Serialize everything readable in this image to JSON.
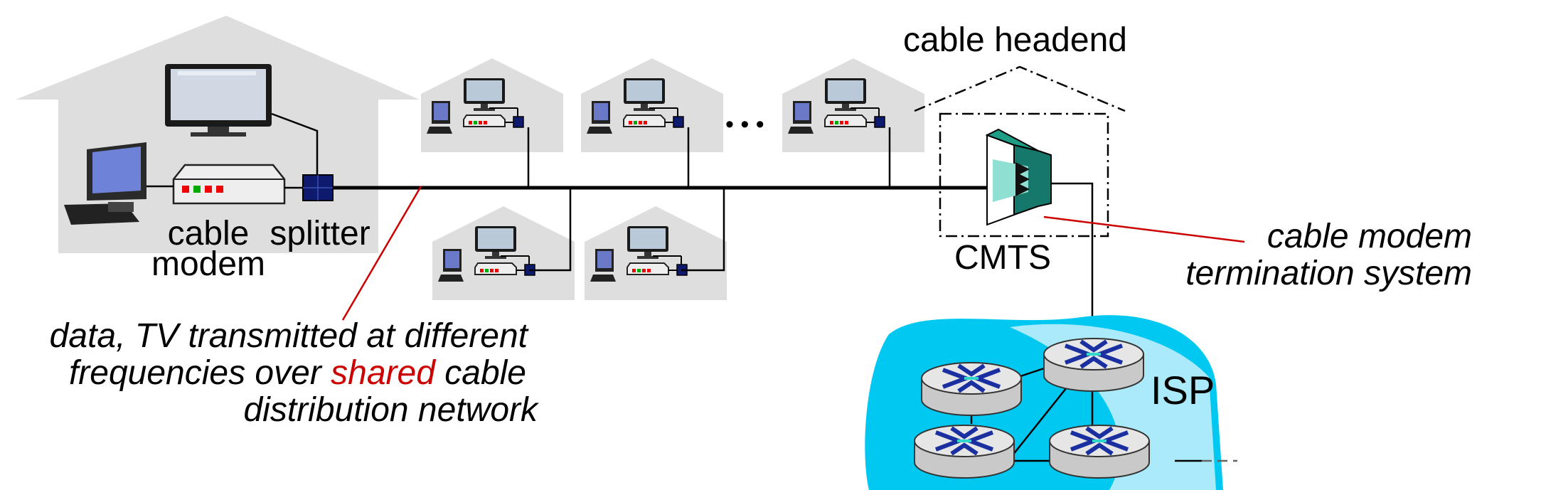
{
  "labels": {
    "cable_headend": "cable headend",
    "cable_modem_line1": "cable",
    "cable_modem_line2": "modem",
    "splitter": "splitter",
    "cmts": "CMTS",
    "cmts_desc_line1": "cable modem",
    "cmts_desc_line2": "termination system",
    "isp": "ISP",
    "ellipsis": "• • •",
    "caption_line1": "data, TV transmitted at different",
    "caption_line2_pre": "frequencies over ",
    "caption_line2_highlight": "shared",
    "caption_line2_post": " cable",
    "caption_line3": "distribution network"
  },
  "colors": {
    "house": "#dedede",
    "splitter": "#0d1a6e",
    "cable": "#000000",
    "callout": "#cc0000",
    "highlight": "#cc0000",
    "cmts": "#1f9c86",
    "isp_cloud": "#00c8f0",
    "router_arrow": "#1a2fa0"
  }
}
